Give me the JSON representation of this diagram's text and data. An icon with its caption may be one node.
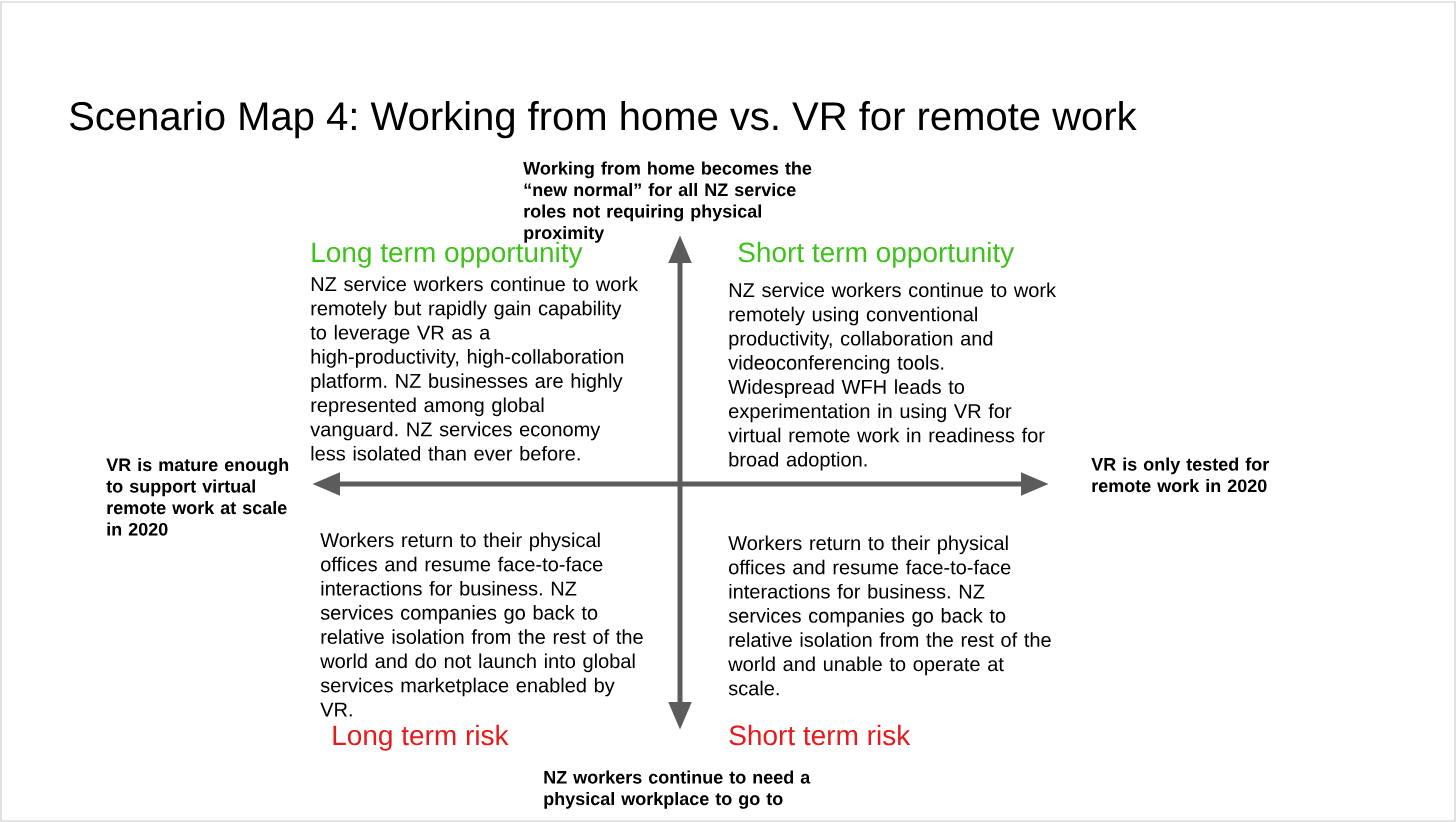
{
  "diagram": {
    "title": "Scenario Map 4: Working from home vs. VR for remote work",
    "labels": [
      "Working from home becomes the “new normal” for all NZ service roles not requiring physical proximity",
      "Long term opportunity",
      "Short term opportunity",
      "NZ service workers continue to work remotely but rapidly gain capability to leverage VR as a high-productivity, high-collaboration platform. NZ businesses are highly represented among global vanguard. NZ services economy less isolated than ever before.",
      "NZ service workers continue to work remotely using conventional productivity, collaboration and videoconferencing tools. Widespread WFH leads to experimentation in using VR for virtual remote work in readiness for broad adoption.",
      "VR is mature enough to support virtual remote work at scale in 2020",
      "VR is only tested for remote work in 2020",
      "Workers return to their physical offices and resume face-to-face interactions for business. NZ services companies go back to relative isolation from the rest of the world and do not launch into global services marketplace enabled by VR.",
      "Workers return to their physical offices and resume face-to-face interactions for business. NZ services companies go back to relative isolation from the rest of the world and unable to operate at scale.",
      "Long term risk",
      "Short term risk",
      "NZ workers continue to need a physical workplace to go to"
    ]
  }
}
